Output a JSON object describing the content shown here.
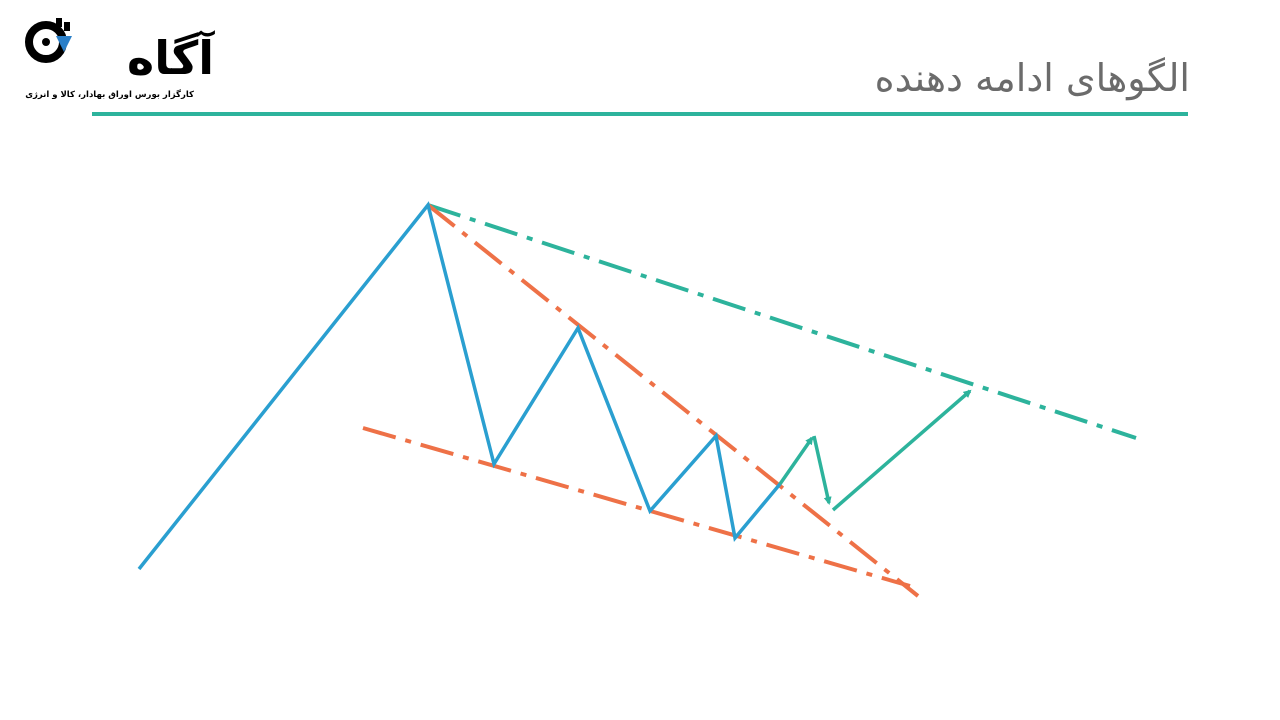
{
  "header": {
    "logo_word": "آگاه",
    "logo_tagline": "کارگزار بورس اوراق بهادار، کالا و انرژی",
    "title": "الگوهای ادامه دهنده"
  },
  "colors": {
    "accent": "#2db39c",
    "price_line": "#2a9fd0",
    "pattern_line": "#ee7147",
    "title_text": "#6b6b6b"
  },
  "icons": {
    "logo_mark": "clock-gauge-icon"
  }
}
